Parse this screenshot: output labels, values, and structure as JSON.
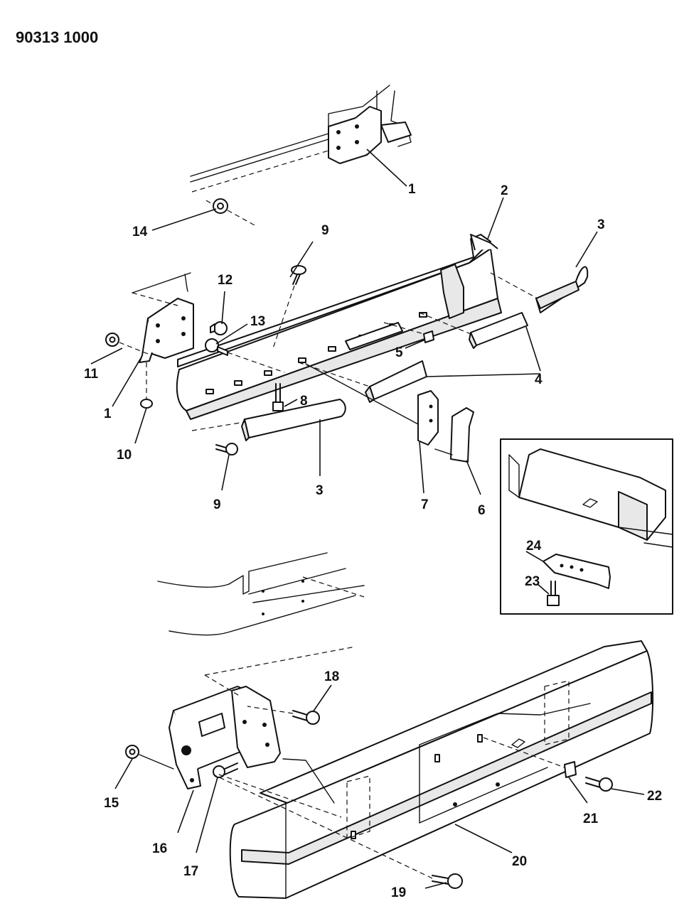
{
  "document": {
    "number": "90313 1000"
  },
  "callouts": [
    {
      "id": "c1a",
      "label": "1"
    },
    {
      "id": "c1b",
      "label": "1"
    },
    {
      "id": "c2",
      "label": "2"
    },
    {
      "id": "c3a",
      "label": "3"
    },
    {
      "id": "c3b",
      "label": "3"
    },
    {
      "id": "c4",
      "label": "4"
    },
    {
      "id": "c5",
      "label": "5"
    },
    {
      "id": "c6",
      "label": "6"
    },
    {
      "id": "c7",
      "label": "7"
    },
    {
      "id": "c8",
      "label": "8"
    },
    {
      "id": "c9a",
      "label": "9"
    },
    {
      "id": "c9b",
      "label": "9"
    },
    {
      "id": "c10",
      "label": "10"
    },
    {
      "id": "c11",
      "label": "11"
    },
    {
      "id": "c12",
      "label": "12"
    },
    {
      "id": "c13",
      "label": "13"
    },
    {
      "id": "c14",
      "label": "14"
    },
    {
      "id": "c15",
      "label": "15"
    },
    {
      "id": "c16",
      "label": "16"
    },
    {
      "id": "c17",
      "label": "17"
    },
    {
      "id": "c18",
      "label": "18"
    },
    {
      "id": "c19",
      "label": "19"
    },
    {
      "id": "c20",
      "label": "20"
    },
    {
      "id": "c21",
      "label": "21"
    },
    {
      "id": "c22",
      "label": "22"
    },
    {
      "id": "c23",
      "label": "23"
    },
    {
      "id": "c24",
      "label": "24"
    }
  ]
}
